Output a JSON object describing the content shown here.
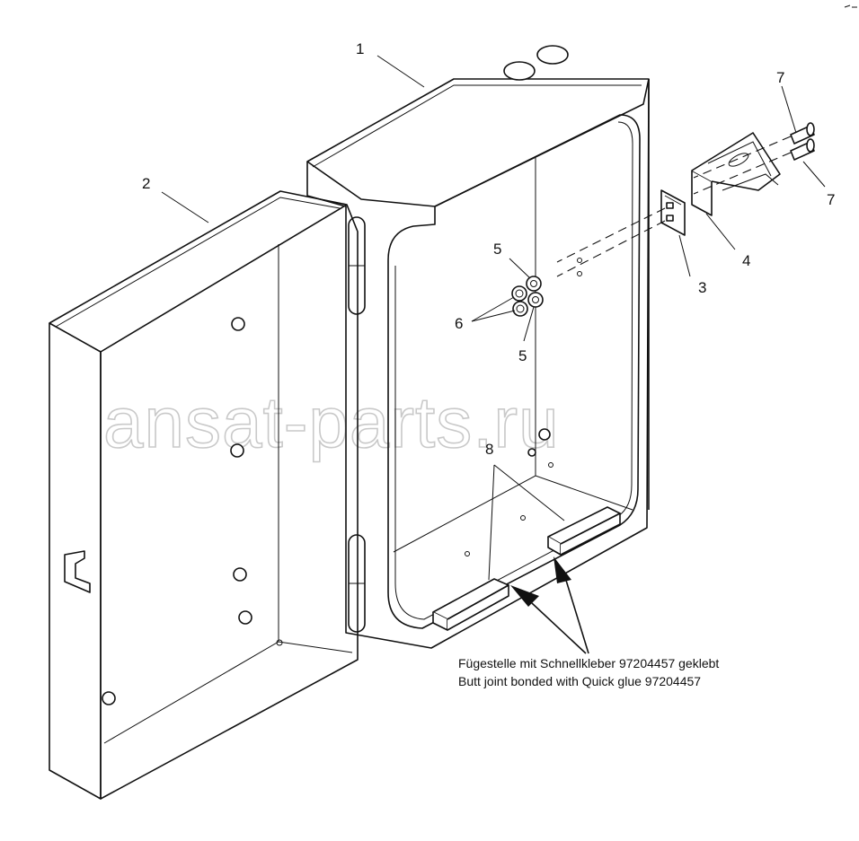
{
  "callouts": {
    "c1": "1",
    "c2": "2",
    "c3": "3",
    "c4": "4",
    "c5a": "5",
    "c5b": "5",
    "c6": "6",
    "c7a": "7",
    "c7b": "7",
    "c8": "8"
  },
  "note": {
    "line_de": "Fügestelle mit Schnellkleber 97204457 geklebt",
    "line_en": "Butt joint bonded with Quick glue 97204457"
  },
  "watermark": "ansat-parts.ru",
  "colors": {
    "line": "#111111",
    "watermark": "#c9c9c9",
    "background": "#ffffff"
  }
}
